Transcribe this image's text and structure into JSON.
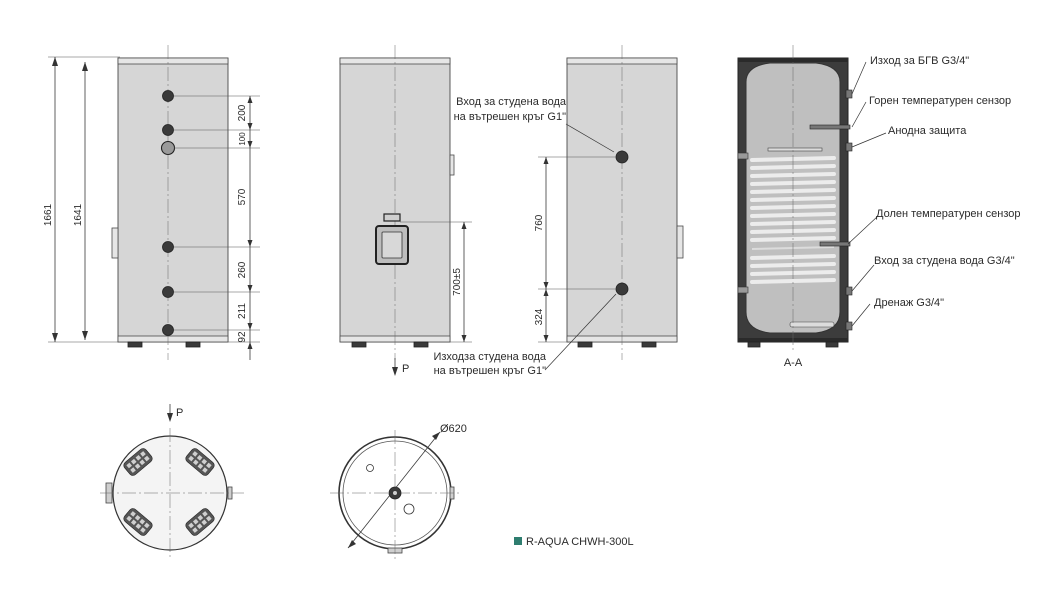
{
  "views": {
    "front": {
      "overall_heights": [
        "1661",
        "1641"
      ],
      "spacings": [
        "200",
        "100",
        "570",
        "260",
        "211",
        "92"
      ]
    },
    "side": {
      "handle_height": "700±5",
      "view_arrow": "P"
    },
    "rear": {
      "coil_inlet": [
        "Вход за студена вода",
        "на вътрешен кръг G1\""
      ],
      "coil_outlet": [
        "Изходза студена вода",
        "на вътрешен кръг G1\""
      ],
      "dims": [
        "760",
        "324"
      ]
    },
    "section": {
      "label": "A-A",
      "callouts": [
        "Изход за БГВ G3/4\"",
        "Горен температурен сензор",
        "Анодна защита",
        "Долен температурен сензор",
        "Вход за студена вода G3/4\"",
        "Дренаж G3/4\""
      ]
    },
    "top_view": {
      "view_arrow": "P"
    },
    "bottom_view": {
      "diameter": "Ø620"
    }
  },
  "legend": {
    "model": "R-AQUA CHWH-300L",
    "marker_color": "#2e7d6f"
  }
}
